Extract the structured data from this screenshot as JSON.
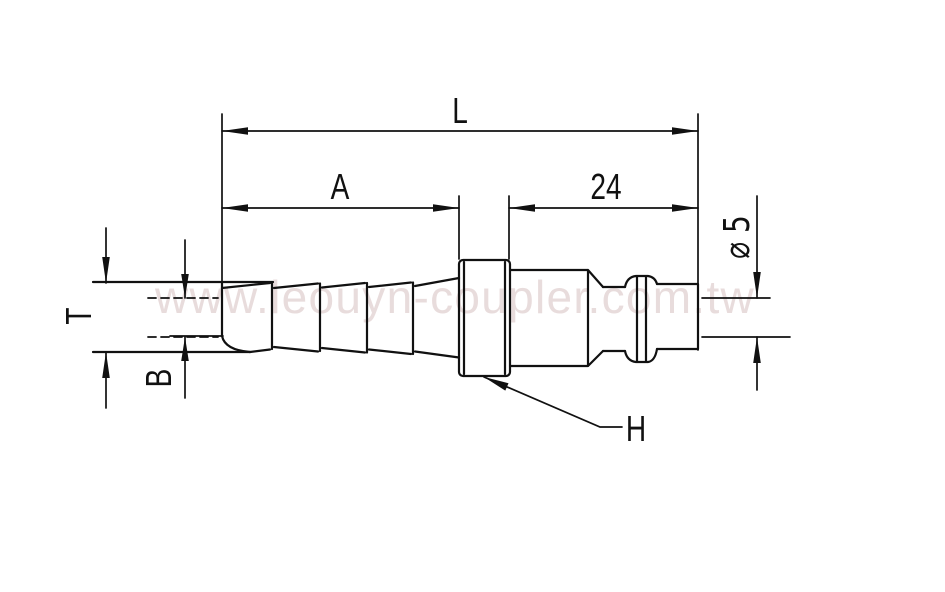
{
  "watermark": {
    "text": "www.leouyn-coupler.com.tw",
    "color": "#e8dcdc"
  },
  "drawing": {
    "type": "technical-dimension-drawing",
    "subject": "pneumatic quick coupler plug with hose barb tail",
    "colors": {
      "line": "#111111",
      "background": "#ffffff"
    },
    "dimensions": {
      "overall_length": {
        "label": "L",
        "orientation": "horizontal"
      },
      "barb_length": {
        "label": "A",
        "orientation": "horizontal"
      },
      "plug_length": {
        "label": "24",
        "orientation": "horizontal"
      },
      "tip_diameter": {
        "label": "⌀ 5",
        "orientation": "vertical-rotated"
      },
      "hose_outer": {
        "label": "T",
        "orientation": "vertical-rotated"
      },
      "hose_inner": {
        "label": "B",
        "orientation": "vertical-rotated"
      },
      "hex_callout": {
        "label": "H",
        "orientation": "leader"
      }
    }
  }
}
